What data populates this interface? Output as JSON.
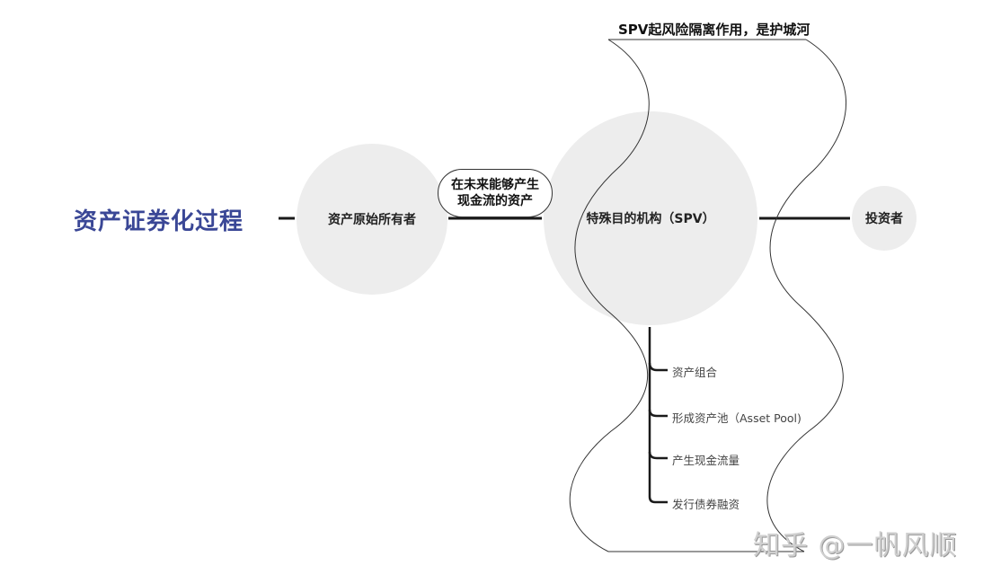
{
  "diagram": {
    "title": "资产证券化过程",
    "colors": {
      "title": "#3a4796",
      "node_fill": "#ededed",
      "line": "#1a1a1a"
    },
    "nodes": {
      "originator": "资产原始所有者",
      "spv": "特殊目的机构（SPV）",
      "investor": "投资者"
    },
    "edge_label": {
      "line1": "在未来能够产生",
      "line2": "现金流的资产"
    },
    "boundary_note": "SPV起风险隔离作用，是护城河",
    "spv_branches": [
      "资产组合",
      "形成资产池（Asset Pool)",
      "产生现金流量",
      "发行债券融资"
    ]
  },
  "watermark": "知乎 @一帆风顺"
}
